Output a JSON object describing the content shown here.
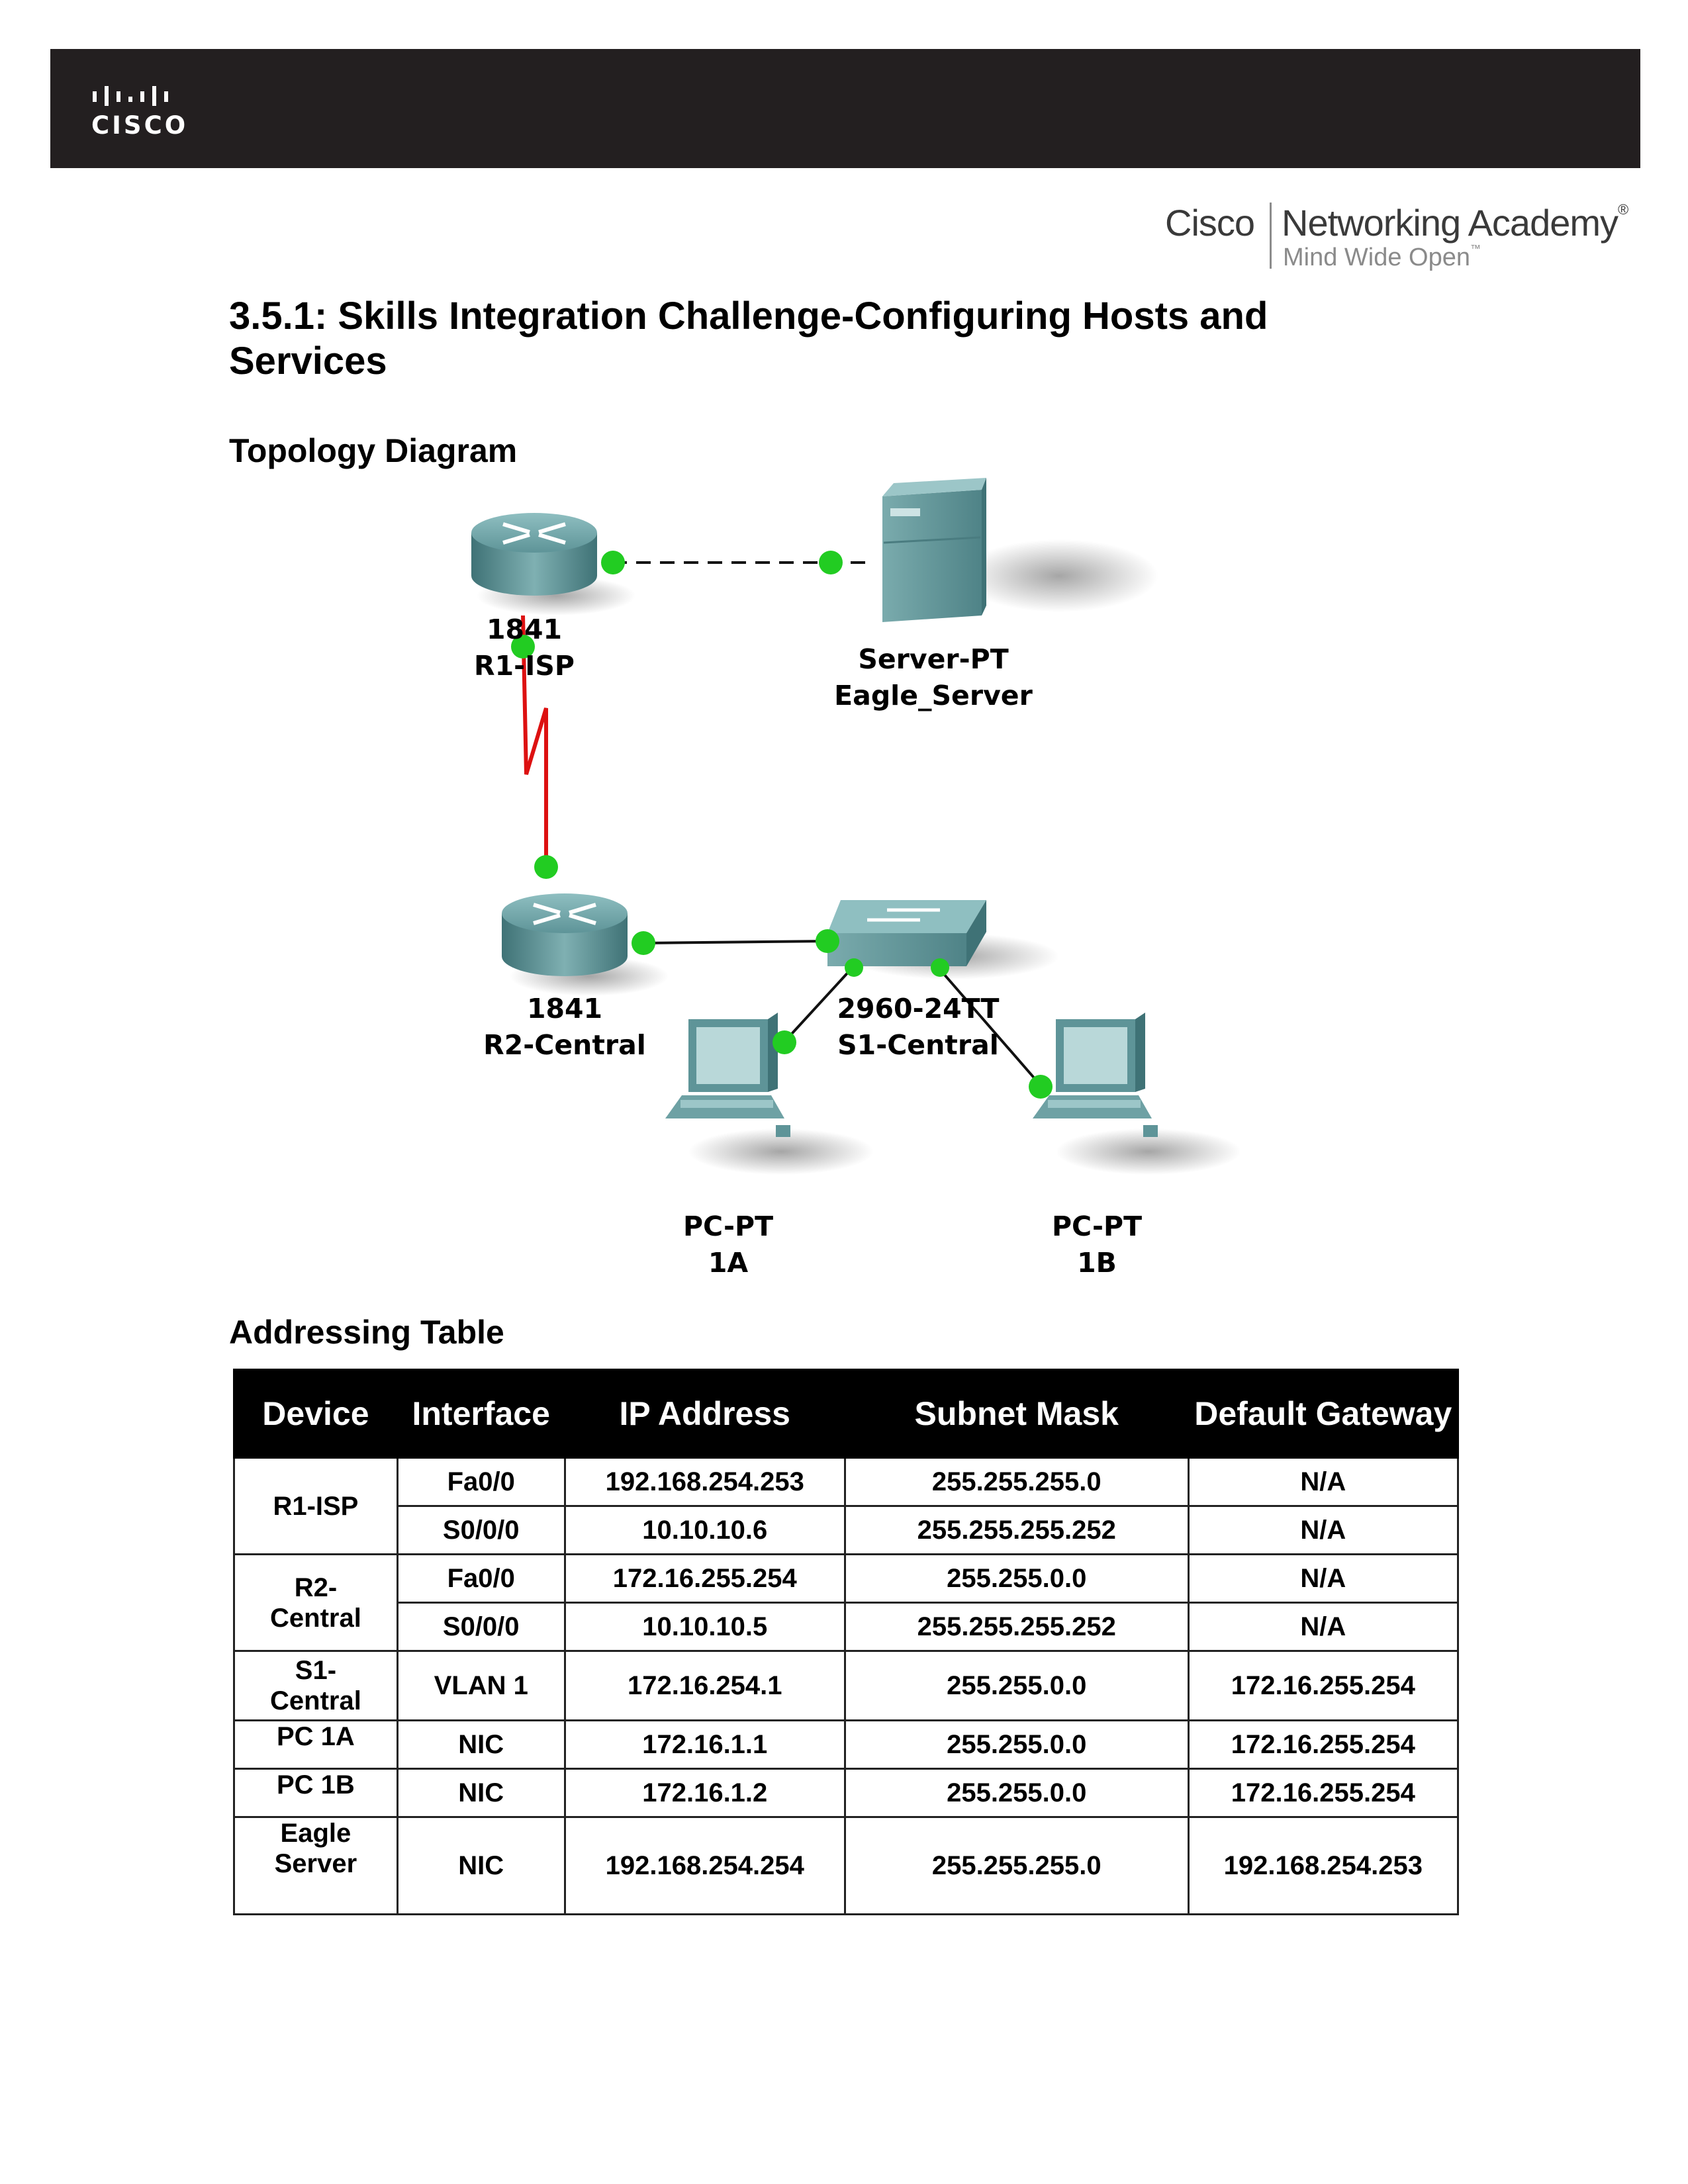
{
  "header": {
    "logo_text": "CISCO",
    "academy_brand": "Cisco",
    "academy_name": "Networking Academy",
    "academy_registered": "®",
    "academy_tagline": "Mind Wide Open",
    "academy_tm": "™"
  },
  "document": {
    "title": "3.5.1: Skills Integration Challenge-Configuring Hosts and Services",
    "topology_heading": "Topology Diagram",
    "addressing_heading": "Addressing Table"
  },
  "topology": {
    "r1": {
      "model": "1841",
      "name": "R1-ISP"
    },
    "server": {
      "model": "Server-PT",
      "name": "Eagle_Server"
    },
    "r2": {
      "model": "1841",
      "name": "R2-Central"
    },
    "s1": {
      "model": "2960-24TT",
      "name": "S1-Central"
    },
    "pc1a": {
      "model": "PC-PT",
      "name": "1A"
    },
    "pc1b": {
      "model": "PC-PT",
      "name": "1B"
    },
    "colors": {
      "device": "#5e9498",
      "link_up": "#22cc22",
      "serial": "#dd1111"
    }
  },
  "addressing": {
    "headers": [
      "Device",
      "Interface",
      "IP Address",
      "Subnet Mask",
      "Default Gateway"
    ],
    "r1": {
      "device": "R1-ISP",
      "rows": [
        [
          "Fa0/0",
          "192.168.254.253",
          "255.255.255.0",
          "N/A"
        ],
        [
          "S0/0/0",
          "10.10.10.6",
          "255.255.255.252",
          "N/A"
        ]
      ]
    },
    "r2": {
      "device": "R2-Central",
      "rows": [
        [
          "Fa0/0",
          "172.16.255.254",
          "255.255.0.0",
          "N/A"
        ],
        [
          "S0/0/0",
          "10.10.10.5",
          "255.255.255.252",
          "N/A"
        ]
      ]
    },
    "s1": {
      "device": "S1-Central",
      "row": [
        "VLAN 1",
        "172.16.254.1",
        "255.255.0.0",
        "172.16.255.254"
      ]
    },
    "pc1a": {
      "device": "PC 1A",
      "row": [
        "NIC",
        "172.16.1.1",
        "255.255.0.0",
        "172.16.255.254"
      ]
    },
    "pc1b": {
      "device": "PC 1B",
      "row": [
        "NIC",
        "172.16.1.2",
        "255.255.0.0",
        "172.16.255.254"
      ]
    },
    "eagle": {
      "device": "Eagle Server",
      "row": [
        "NIC",
        "192.168.254.254",
        "255.255.255.0",
        "192.168.254.253"
      ]
    }
  }
}
